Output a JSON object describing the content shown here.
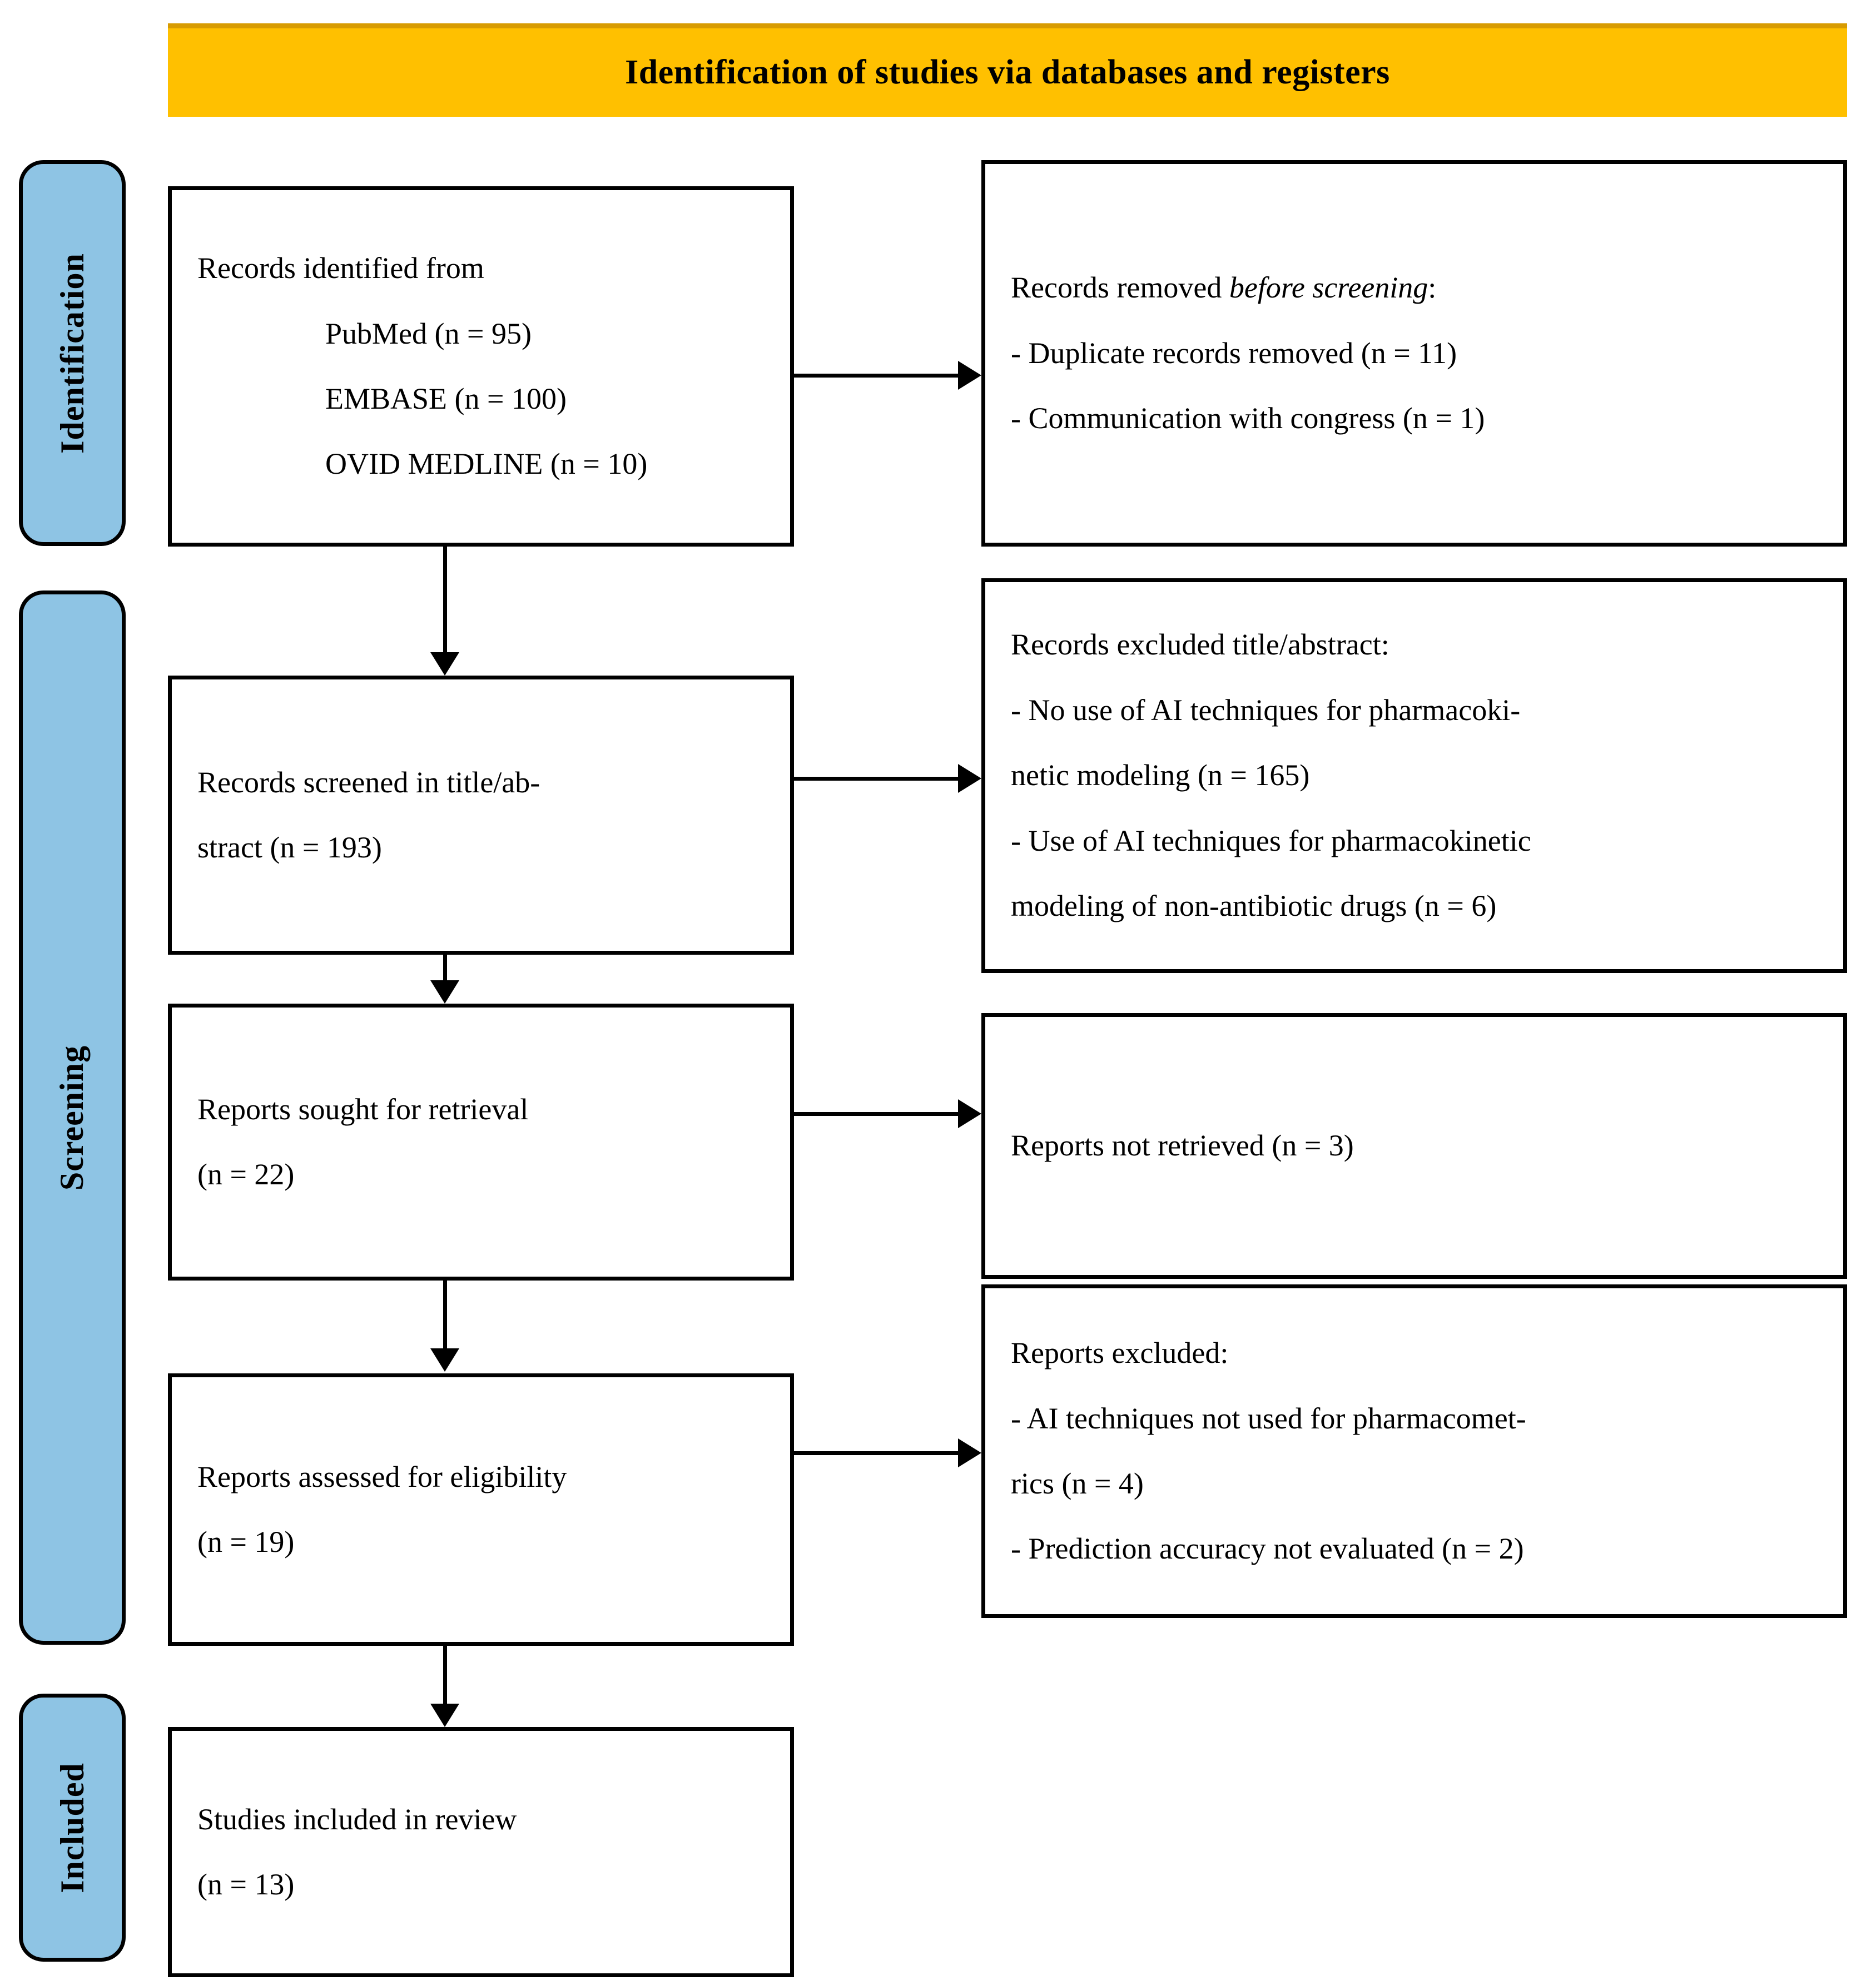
{
  "header": {
    "title": "Identification of studies via databases and registers",
    "background_color": "#FFC000"
  },
  "stages": {
    "accent_color": "#8EC4E4",
    "items": [
      {
        "id": "identification",
        "label": "Identification"
      },
      {
        "id": "screening",
        "label": "Screening"
      },
      {
        "id": "included",
        "label": "Included"
      }
    ]
  },
  "boxes": {
    "identified": {
      "line1": "Records identified from",
      "line2": "PubMed  (n = 95)",
      "line3": "EMBASE  (n = 100)",
      "line4": "OVID MEDLINE (n = 10)"
    },
    "removed": {
      "heading_plain": "Records removed ",
      "heading_italic": "before screening",
      "heading_colon": ":",
      "line1": "- Duplicate records removed (n = 11)",
      "line2": "- Communication with congress (n = 1)"
    },
    "screened": {
      "line1": "Records screened in title/ab-",
      "line2": "stract (n = 193)"
    },
    "excluded_title_abstract": {
      "heading": "Records excluded title/abstract:",
      "line1": "- No use of AI techniques for pharmacoki-",
      "line2": "netic modeling (n = 165)",
      "line3": "- Use of AI techniques for pharmacokinetic",
      "line4": "modeling of non-antibiotic drugs (n = 6)"
    },
    "sought": {
      "line1": "Reports sought for retrieval",
      "line2": "(n = 22)"
    },
    "not_retrieved": {
      "line1": "Reports not retrieved (n = 3)"
    },
    "assessed": {
      "line1": "Reports assessed for eligibility",
      "line2": "(n = 19)"
    },
    "excluded_reports": {
      "heading": "Reports excluded:",
      "line1": "- AI techniques not used  for pharmacomet-",
      "line2": "rics (n = 4)",
      "line3": "- Prediction accuracy not evaluated (n = 2)"
    },
    "included": {
      "line1": "Studies included in review",
      "line2": "(n = 13)"
    }
  },
  "chart_data": {
    "type": "diagram",
    "title": "PRISMA 2020 flow diagram",
    "stages": [
      "Identification",
      "Screening",
      "Included"
    ],
    "nodes": [
      {
        "id": "identified",
        "stage": "Identification",
        "label": "Records identified from",
        "sources": [
          {
            "name": "PubMed",
            "n": 95
          },
          {
            "name": "EMBASE",
            "n": 100
          },
          {
            "name": "OVID MEDLINE",
            "n": 10
          }
        ]
      },
      {
        "id": "removed",
        "stage": "Identification",
        "label": "Records removed before screening",
        "reasons": [
          {
            "name": "Duplicate records removed",
            "n": 11
          },
          {
            "name": "Communication with congress",
            "n": 1
          }
        ]
      },
      {
        "id": "screened",
        "stage": "Screening",
        "label": "Records screened in title/abstract",
        "n": 193
      },
      {
        "id": "excluded_title_abstract",
        "stage": "Screening",
        "label": "Records excluded title/abstract",
        "reasons": [
          {
            "name": "No use of AI techniques for pharmacokinetic modeling",
            "n": 165
          },
          {
            "name": "Use of AI techniques for pharmacokinetic modeling of non-antibiotic drugs",
            "n": 6
          }
        ]
      },
      {
        "id": "sought",
        "stage": "Screening",
        "label": "Reports sought for retrieval",
        "n": 22
      },
      {
        "id": "not_retrieved",
        "stage": "Screening",
        "label": "Reports not retrieved",
        "n": 3
      },
      {
        "id": "assessed",
        "stage": "Screening",
        "label": "Reports assessed for eligibility",
        "n": 19
      },
      {
        "id": "excluded_reports",
        "stage": "Screening",
        "label": "Reports excluded",
        "reasons": [
          {
            "name": "AI techniques not used for pharmacometrics",
            "n": 4
          },
          {
            "name": "Prediction accuracy not evaluated",
            "n": 2
          }
        ]
      },
      {
        "id": "included",
        "stage": "Included",
        "label": "Studies included in review",
        "n": 13
      }
    ],
    "edges": [
      {
        "from": "identified",
        "to": "removed",
        "direction": "right"
      },
      {
        "from": "identified",
        "to": "screened",
        "direction": "down"
      },
      {
        "from": "screened",
        "to": "excluded_title_abstract",
        "direction": "right"
      },
      {
        "from": "screened",
        "to": "sought",
        "direction": "down"
      },
      {
        "from": "sought",
        "to": "not_retrieved",
        "direction": "right"
      },
      {
        "from": "sought",
        "to": "assessed",
        "direction": "down"
      },
      {
        "from": "assessed",
        "to": "excluded_reports",
        "direction": "right"
      },
      {
        "from": "assessed",
        "to": "included",
        "direction": "down"
      }
    ]
  }
}
